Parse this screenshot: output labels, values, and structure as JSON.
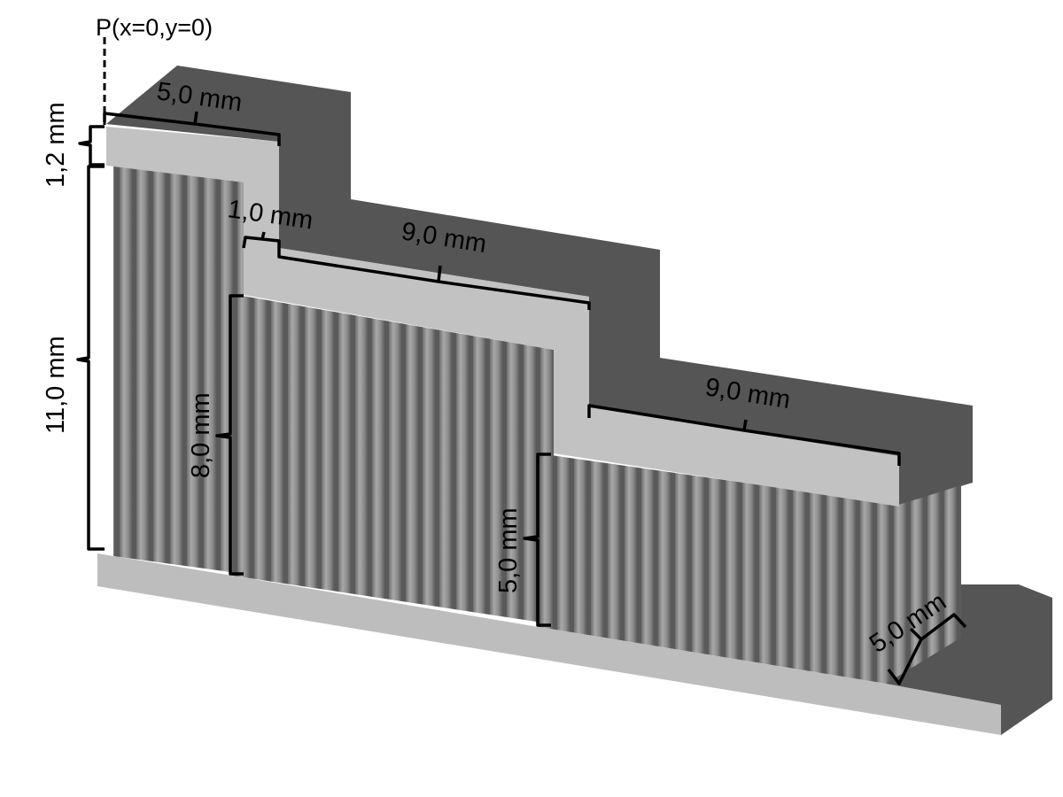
{
  "diagram": {
    "origin_label": "P(x=0,y=0)",
    "dimensions": {
      "top_width": "5,0 mm",
      "top_thickness": "1,2 mm",
      "tall_height": "11,0 mm",
      "step_offset": "1,0 mm",
      "mid_width": "9,0 mm",
      "mid_height": "8,0 mm",
      "low_width": "9,0 mm",
      "low_height": "5,0 mm",
      "depth": "5,0 mm"
    },
    "colors": {
      "dark_face": "#555555",
      "light_face": "#c0c0c0",
      "pin": "#8a8a8a"
    }
  }
}
